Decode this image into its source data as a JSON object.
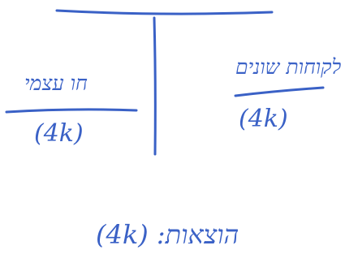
{
  "diagram": {
    "left_account": {
      "name": "חו עצמי",
      "amount": "(4k)"
    },
    "right_account": {
      "name": "לקוחות שונים",
      "amount": "(4k)"
    },
    "footer": "(4k) :הוצאות"
  },
  "colors": {
    "ink": "#3a61c6",
    "background": "#ffffff"
  }
}
